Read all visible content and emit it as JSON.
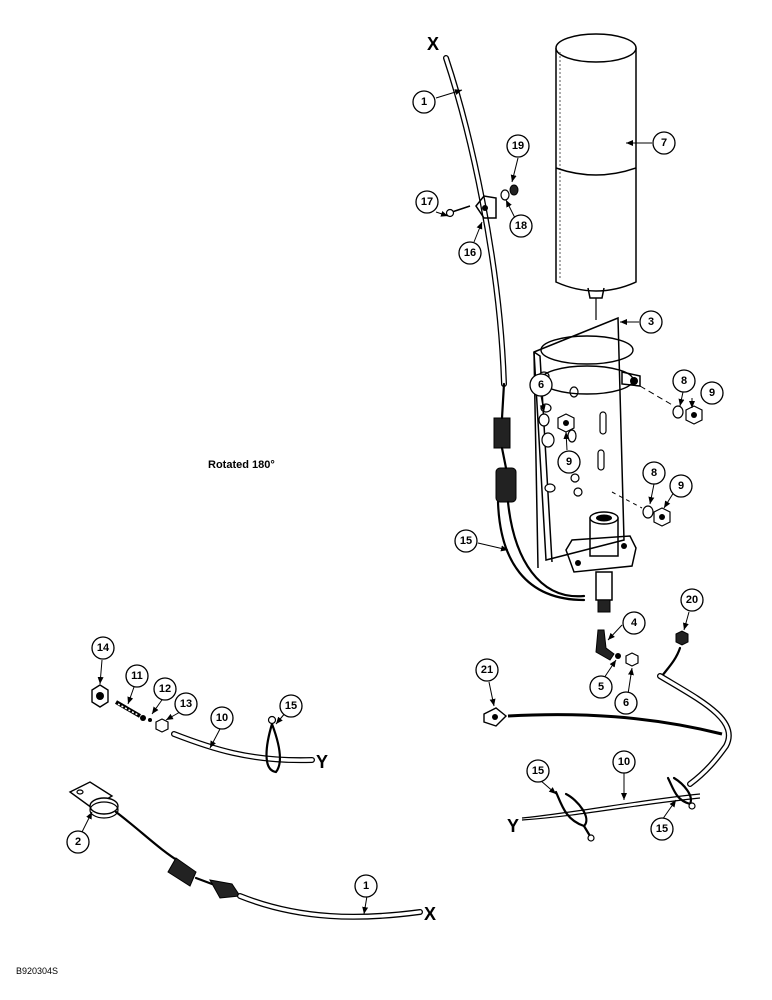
{
  "figure": {
    "note": "Rotated 180°",
    "figure_code": "B920304S"
  },
  "wire_ends": {
    "x": "X",
    "y": "Y"
  },
  "callouts": {
    "c1_top": "1",
    "c1_bottom": "1",
    "c2": "2",
    "c3": "3",
    "c4": "4",
    "c5": "5",
    "c6_a": "6",
    "c6_b": "6",
    "c7": "7",
    "c8_a": "8",
    "c8_b": "8",
    "c9_a": "9",
    "c9_b": "9",
    "c9_c": "9",
    "c10_a": "10",
    "c10_b": "10",
    "c11": "11",
    "c12": "12",
    "c13": "13",
    "c14": "14",
    "c15_a": "15",
    "c15_b": "15",
    "c15_c": "15",
    "c15_d": "15",
    "c16": "16",
    "c17": "17",
    "c18": "18",
    "c19": "19",
    "c20": "20",
    "c21": "21"
  }
}
